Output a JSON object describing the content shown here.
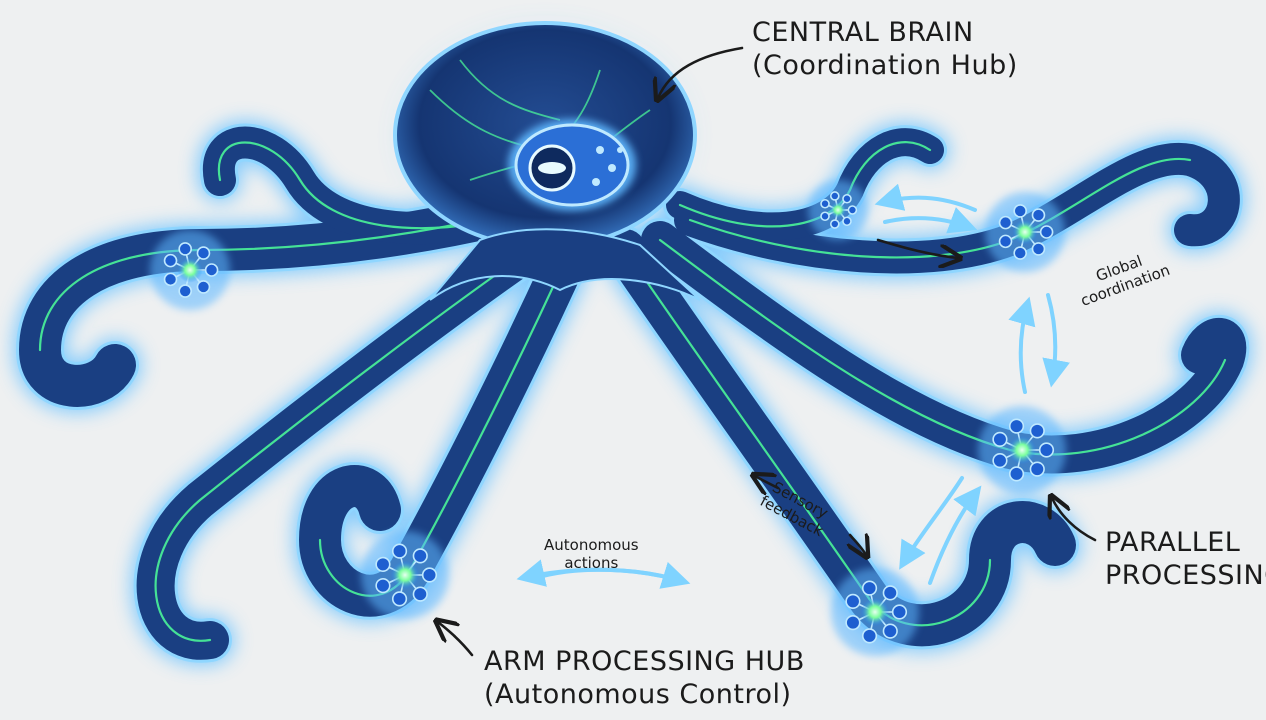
{
  "labels": {
    "central_brain": {
      "line1": "CENTRAL BRAIN",
      "line2": "(Coordination Hub)"
    },
    "arm_hub": {
      "line1": "ARM PROCESSING HUB",
      "line2": "(Autonomous Control)"
    },
    "parallel": {
      "line1": "PARALLEL",
      "line2": "PROCESSING"
    },
    "global_coordination": {
      "line1": "Global",
      "line2": "coordination"
    },
    "sensory_feedback": {
      "line1": "Sensory",
      "line2": "feedback"
    },
    "autonomous_actions": {
      "line1": "Autonomous",
      "line2": "actions"
    }
  },
  "colors": {
    "background": "#eef0f1",
    "glow": "#5fb8ff",
    "body_fill": "#173a78",
    "outline": "#8fd6ff",
    "nerve": "#4dff9a",
    "node_core": "#7cff9e",
    "annotation_arrow": "#1b1b1b",
    "signal_arrow": "#7fd3ff"
  },
  "icons": {
    "brain": "octopus-eye-brain-icon",
    "hub": "neural-cluster-icon"
  }
}
